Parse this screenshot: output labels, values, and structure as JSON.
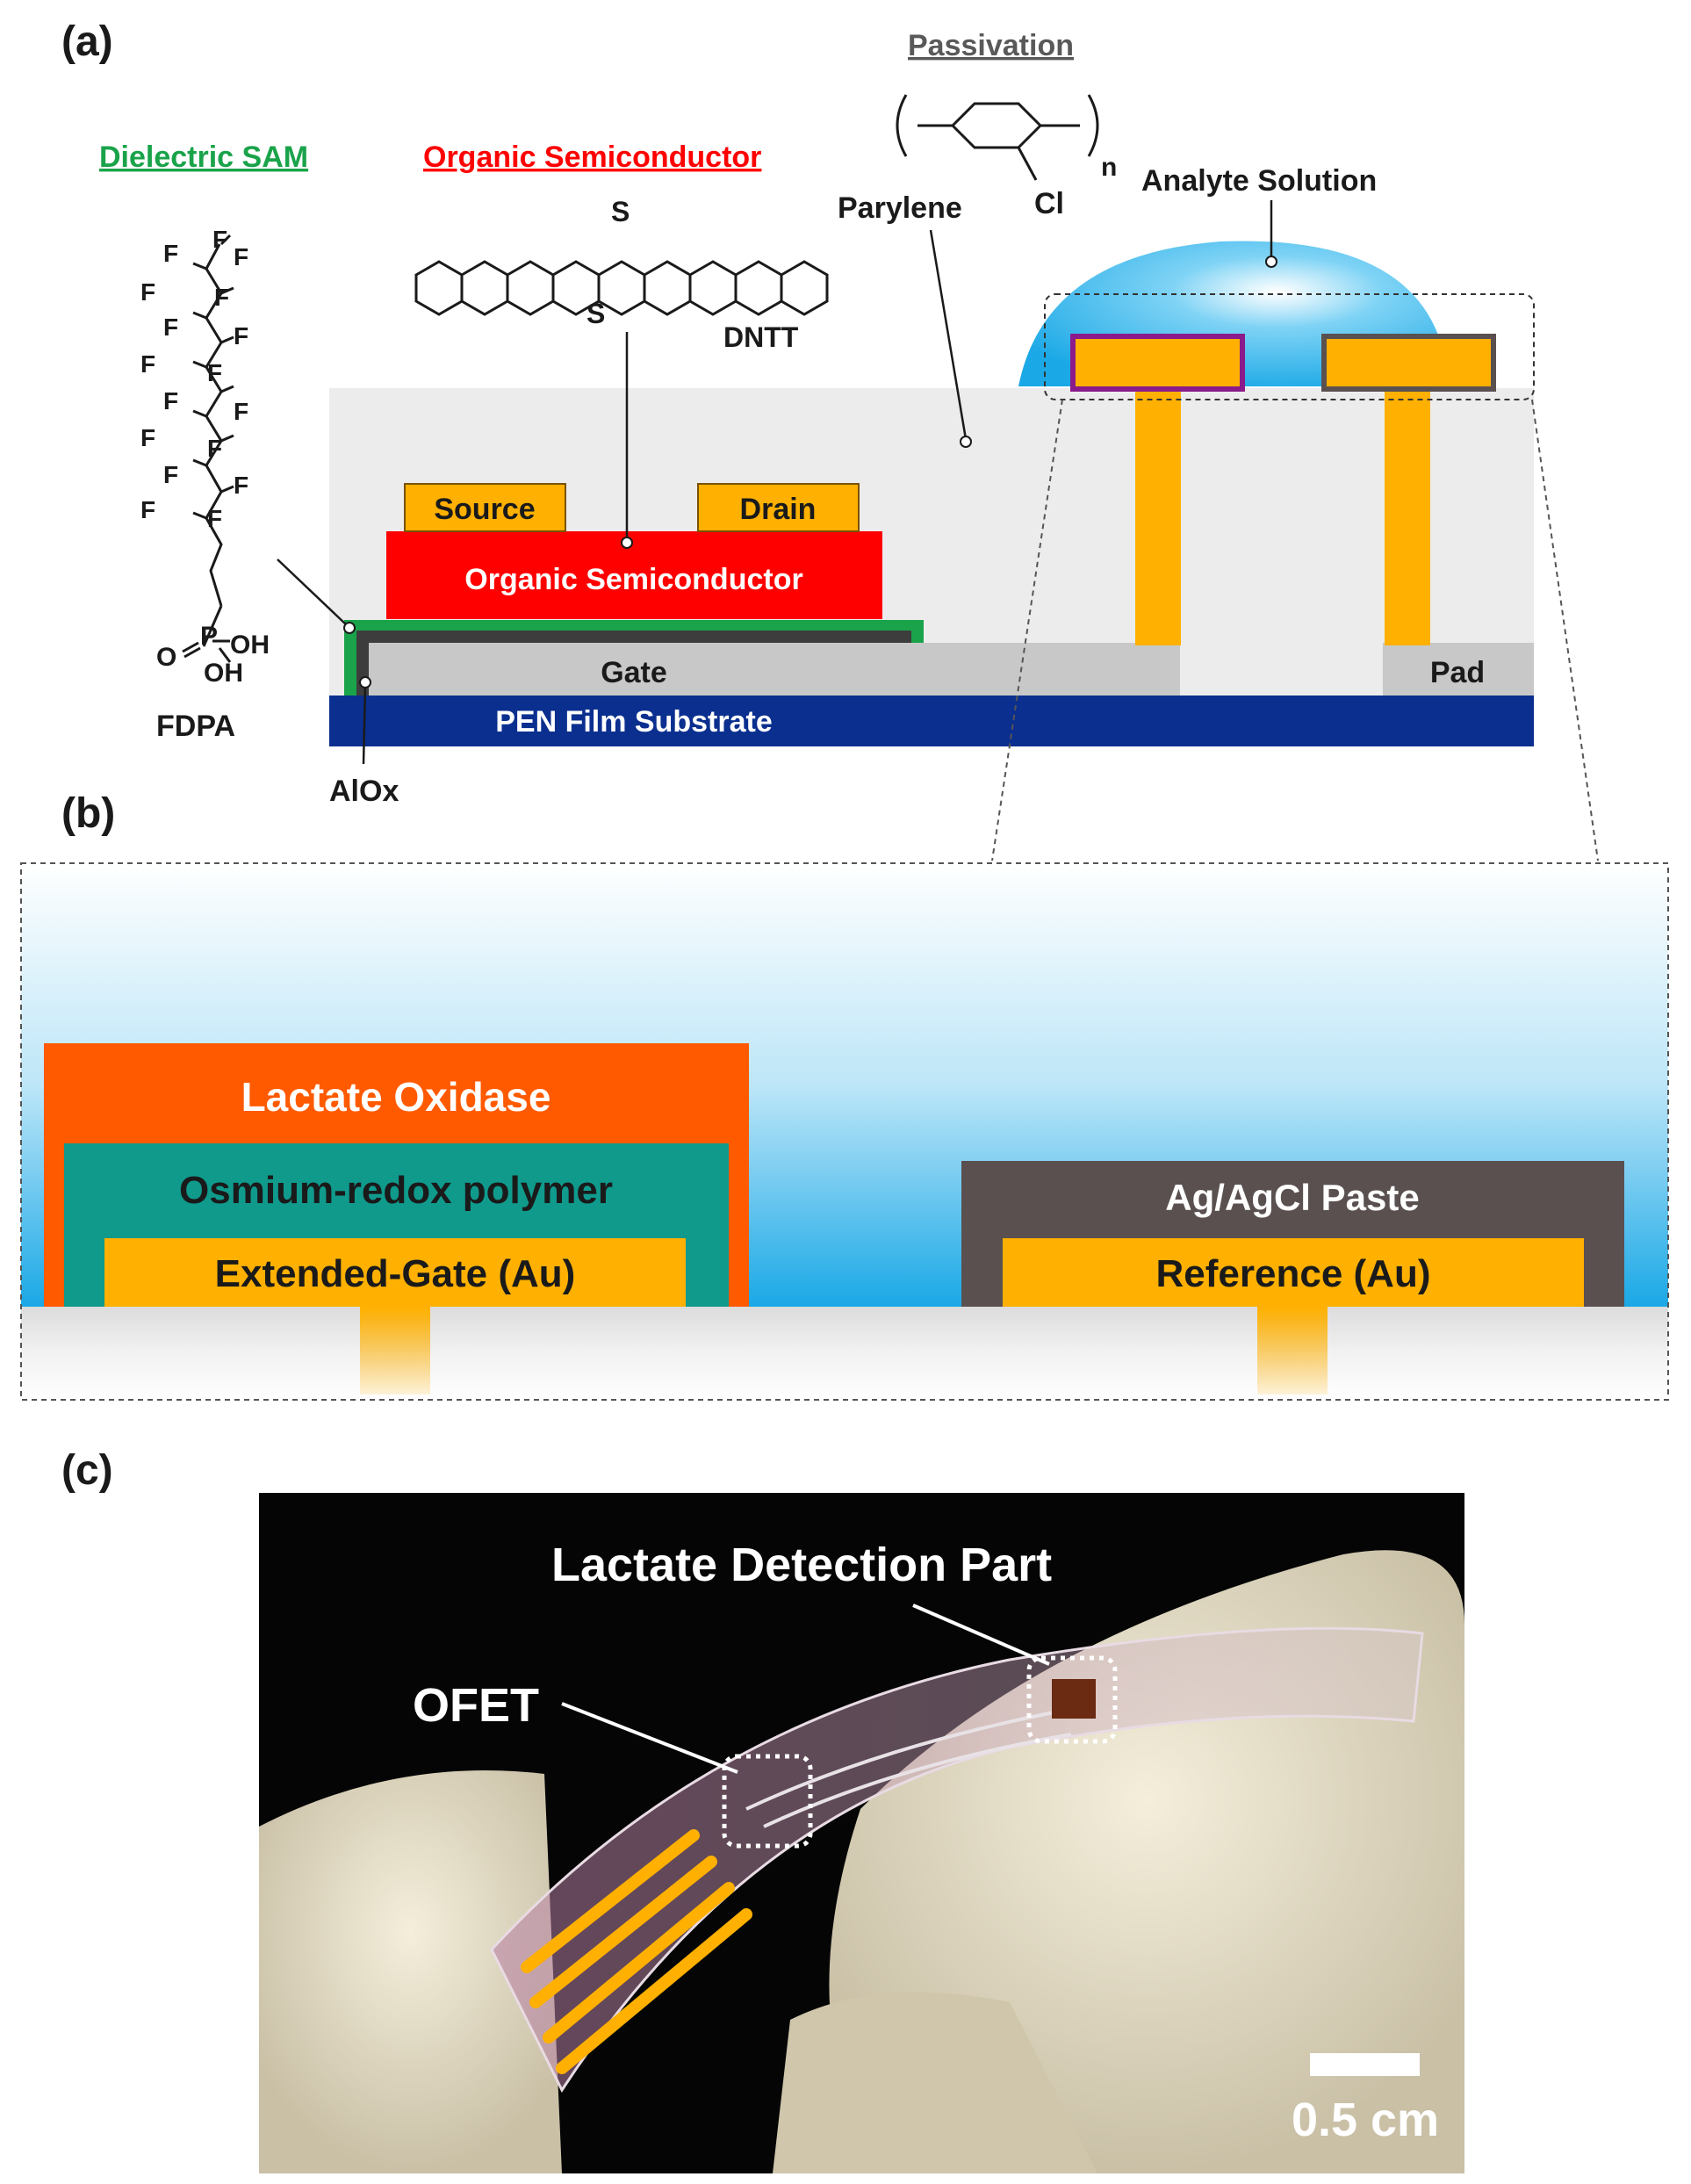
{
  "panels": {
    "a": "(a)",
    "b": "(b)",
    "c": "(c)"
  },
  "headings": {
    "dielectric": "Dielectric SAM",
    "semiconductor": "Organic Semiconductor",
    "passivation": "Passivation"
  },
  "molecules": {
    "fdpa_name": "FDPA",
    "fdpa_f": "F",
    "fdpa_p": "P",
    "fdpa_o": "O",
    "fdpa_oh": "OH",
    "dntt_name": "DNTT",
    "dntt_s": "S",
    "parylene_name": "Parylene",
    "parylene_cl": "Cl",
    "parylene_n": "n"
  },
  "layers": {
    "source": "Source",
    "drain": "Drain",
    "semiconductor": "Organic Semiconductor",
    "gate": "Gate",
    "pad": "Pad",
    "substrate": "PEN Film Substrate",
    "alox": "AlOx",
    "analyte": "Analyte Solution"
  },
  "detail": {
    "lactate_oxidase": "Lactate Oxidase",
    "osmium": "Osmium-redox polymer",
    "extended_gate": "Extended-Gate (Au)",
    "agagcl": "Ag/AgCl Paste",
    "reference": "Reference (Au)"
  },
  "photo": {
    "lactate_part": "Lactate Detection Part",
    "ofet": "OFET",
    "scale": "0.5 cm"
  },
  "colors": {
    "dielectric": "#1aa34a",
    "semiconductor": "#ff0000",
    "passivation_text": "#595959",
    "gold": "#ffb000",
    "substrate": "#0a2f8f",
    "lactate_oxidase": "#ff5a00",
    "osmium": "#0f9a8c",
    "agagcl": "#5a5050",
    "solution": "#1aa8e6",
    "gate": "#c8c8c8",
    "passivation": "#ececec"
  }
}
